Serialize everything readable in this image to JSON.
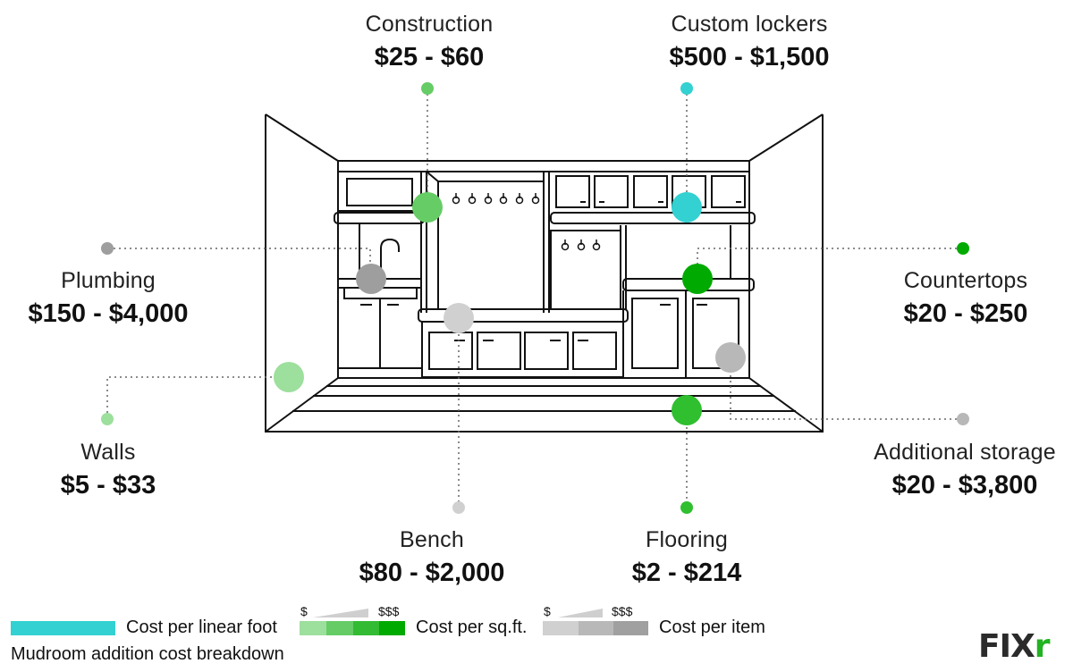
{
  "title": "Mudroom addition cost breakdown",
  "items": [
    {
      "id": "construction",
      "name": "Construction",
      "price": "$25 - $60",
      "color": "#66cc66",
      "type": "sqft"
    },
    {
      "id": "custom-lockers",
      "name": "Custom lockers",
      "price": "$500 - $1,500",
      "color": "#33d1d1",
      "type": "linear"
    },
    {
      "id": "plumbing",
      "name": "Plumbing",
      "price": "$150 - $4,000",
      "color": "#9e9e9e",
      "type": "item"
    },
    {
      "id": "countertops",
      "name": "Countertops",
      "price": "$20 - $250",
      "color": "#00aa00",
      "type": "sqft"
    },
    {
      "id": "walls",
      "name": "Walls",
      "price": "$5 - $33",
      "color": "#9ddf9d",
      "type": "sqft"
    },
    {
      "id": "additional-storage",
      "name": "Additional storage",
      "price": "$20 - $3,800",
      "color": "#b8b8b8",
      "type": "item"
    },
    {
      "id": "bench",
      "name": "Bench",
      "price": "$80 - $2,000",
      "color": "#d0d0d0",
      "type": "item"
    },
    {
      "id": "flooring",
      "name": "Flooring",
      "price": "$2 - $214",
      "color": "#2fbf2f",
      "type": "sqft"
    }
  ],
  "legend": {
    "linear_label": "Cost per linear foot",
    "sqft_label": "Cost per sq.ft.",
    "item_label": "Cost per item",
    "low_symbol": "$",
    "high_symbol": "$$$",
    "linear_color": "#33d1d1",
    "sqft_colors": [
      "#9ddf9d",
      "#66cc66",
      "#33bb33",
      "#00aa00"
    ],
    "item_colors": [
      "#d0d0d0",
      "#b8b8b8",
      "#a0a0a0"
    ]
  },
  "logo": {
    "main": "FIX",
    "accent": "r"
  }
}
